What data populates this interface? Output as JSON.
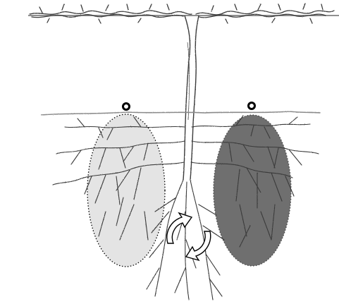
{
  "diagram": {
    "colors": {
      "background": "#ffffff",
      "line": "#3a3a3a",
      "root_dark": "#2a2a2a",
      "zone_left_fill": "#e4e4e4",
      "zone_right_fill": "#6f6f6f",
      "arrow_fill": "#ffffff",
      "marker": "#000000"
    },
    "parts": {
      "trellis_wire": "trellis-wire-line",
      "vine_cordon": "vine-cordon",
      "trunk": "vine-trunk",
      "soil_surface": "soil-surface-line",
      "root_system": "root-system",
      "left_zone": "light-shaded-root-zone",
      "right_zone": "dark-shaded-root-zone",
      "cycle": "circular-arrows-icon"
    }
  }
}
